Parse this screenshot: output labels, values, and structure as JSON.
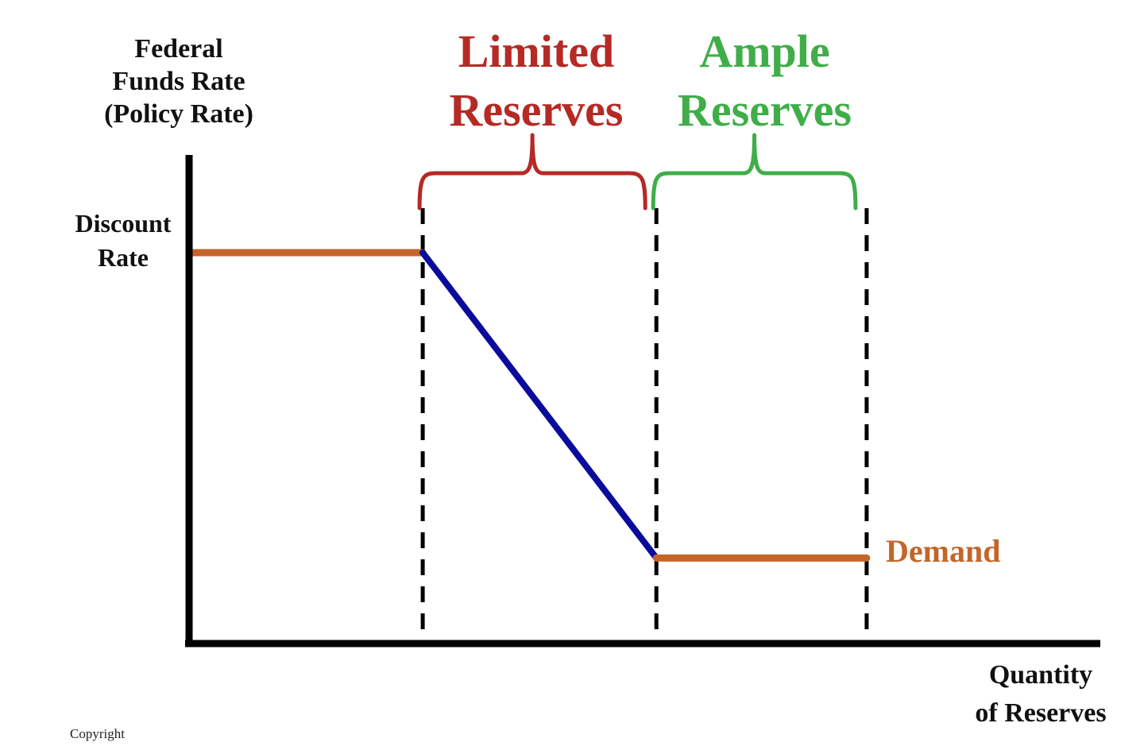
{
  "chart_data": {
    "type": "line",
    "title": "",
    "ylabel_lines": [
      "Federal",
      "Funds Rate",
      "(Policy Rate)"
    ],
    "xlabel_lines": [
      "Quantity",
      "of Reserves"
    ],
    "y_tick_label_lines": [
      "Discount",
      "Rate"
    ],
    "regions": [
      {
        "name": "limited",
        "label_lines": [
          "Limited",
          "Reserves"
        ],
        "color": "#b52a25",
        "x_start": 1.0,
        "x_end": 2.0
      },
      {
        "name": "ample",
        "label_lines": [
          "Ample",
          "Reserves"
        ],
        "color": "#3fae49",
        "x_start": 2.0,
        "x_end": 2.9
      }
    ],
    "series": [
      {
        "name": "Demand",
        "points": [
          {
            "x": 0,
            "y": 1.0
          },
          {
            "x": 1.0,
            "y": 1.0
          },
          {
            "x": 2.0,
            "y": 0.0
          },
          {
            "x": 2.9,
            "y": 0.0
          }
        ],
        "color": "#c4662a",
        "slope_color": "#0a0a9c"
      }
    ],
    "ylim": [
      -0.28,
      1.32
    ],
    "xlim": [
      0,
      3.9
    ],
    "grid": false
  },
  "footer": {
    "copyright": "Copyright"
  },
  "colors": {
    "axis": "#000000",
    "limited": "#b52a25",
    "ample": "#3fae49",
    "demand": "#c4662a",
    "slope": "#0a0a9c"
  }
}
